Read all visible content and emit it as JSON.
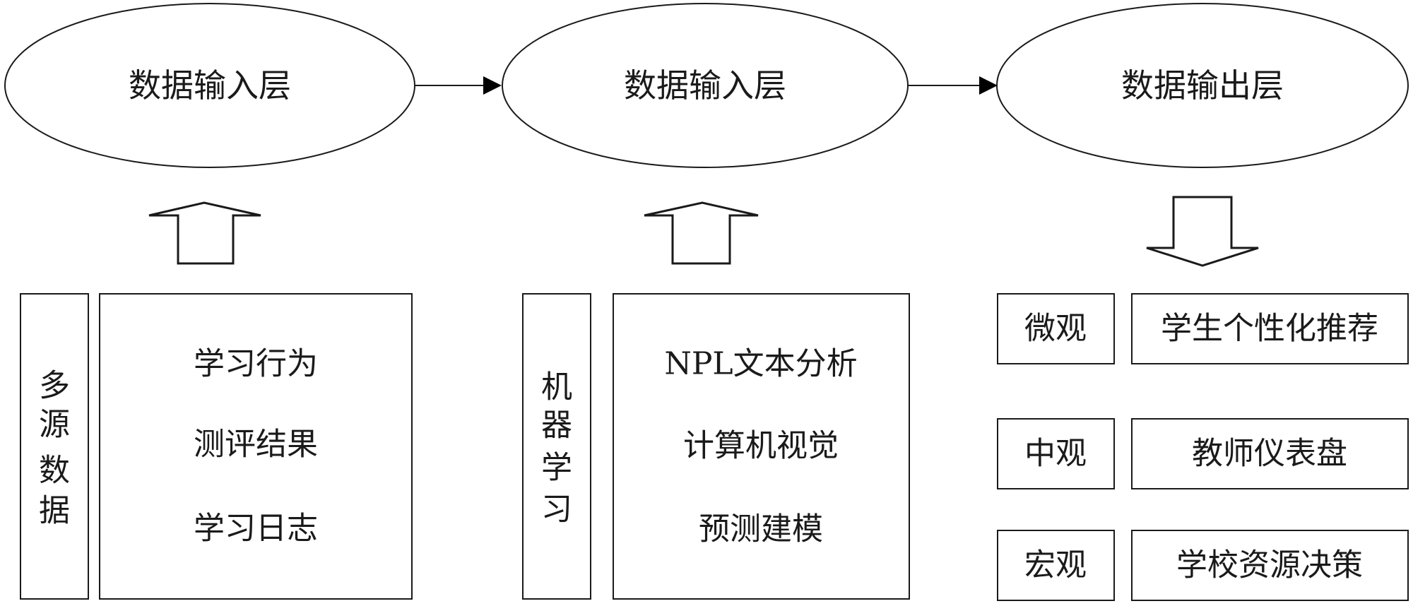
{
  "layers": [
    {
      "label": "数据输入层"
    },
    {
      "label": "数据输入层"
    },
    {
      "label": "数据输出层"
    }
  ],
  "columns": [
    {
      "side_label": "多源数据",
      "items": [
        "学习行为",
        "测评结果",
        "学习日志"
      ]
    },
    {
      "side_label": "机器学习",
      "items": [
        "NPL文本分析",
        "计算机视觉",
        "预测建模"
      ]
    }
  ],
  "outputs": [
    {
      "level": "微观",
      "target": "学生个性化推荐"
    },
    {
      "level": "中观",
      "target": "教师仪表盘"
    },
    {
      "level": "宏观",
      "target": "学校资源决策"
    }
  ],
  "colors": {
    "stroke": "#1a1a1a",
    "fill": "#ffffff",
    "text": "#1a1a1a"
  }
}
